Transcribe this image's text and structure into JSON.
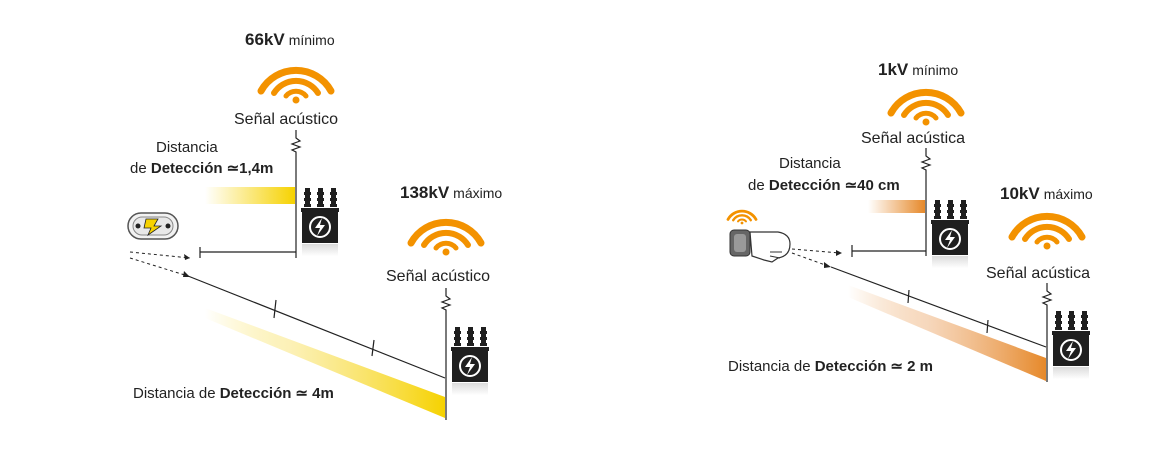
{
  "left_panel": {
    "near_device": {
      "voltage": "66kV",
      "voltage_qualifier": "mínimo",
      "signal_label": "Señal acústico",
      "distance_line1": "Distancia",
      "distance_prefix": "de ",
      "distance_bold": "Detección",
      "distance_value": "≃1,4m"
    },
    "far_device": {
      "voltage": "138kV",
      "voltage_qualifier": "máximo",
      "signal_label": "Señal acústico"
    },
    "long_distance": {
      "prefix": "Distancia de ",
      "bold": "Detección",
      "value": "≃ 4m"
    }
  },
  "right_panel": {
    "near_device": {
      "voltage": "1kV",
      "voltage_qualifier": "mínimo",
      "signal_label": "Señal acústica",
      "distance_line1": "Distancia",
      "distance_prefix": "de ",
      "distance_bold": "Detección",
      "distance_value": "≃40 cm"
    },
    "far_device": {
      "voltage": "10kV",
      "voltage_qualifier": "máximo",
      "signal_label": "Señal acústica"
    },
    "long_distance": {
      "prefix": "Distancia de ",
      "bold": "Detección",
      "value": "≃ 2 m"
    }
  },
  "colors": {
    "wave_orange": "#f39200",
    "bar_yellow": "#f6d200",
    "bar_orange": "#e6892a",
    "line": "#222222",
    "transformer": "#1f1f1f"
  },
  "icons": {
    "wave": "sound-wave-icon",
    "transformer": "transformer-icon",
    "lightning": "lightning-icon",
    "detector": "handheld-detector-icon",
    "wrist": "wrist-detector-icon"
  }
}
